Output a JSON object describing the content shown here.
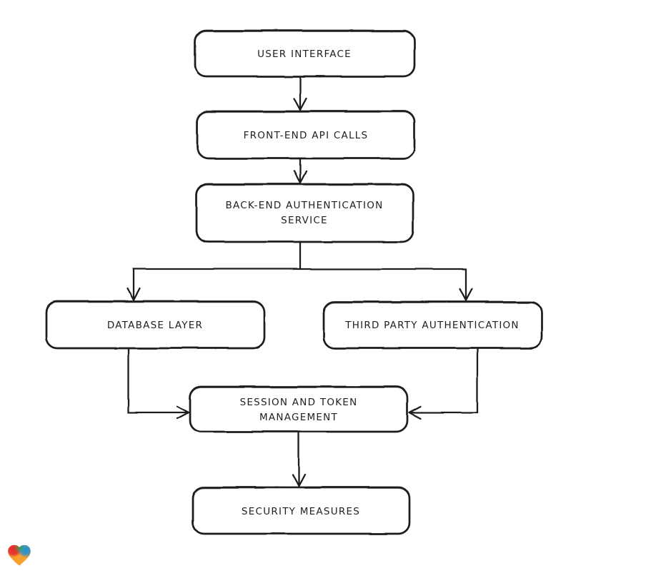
{
  "page": {
    "background": "#ffffff"
  },
  "colors": {
    "ink": "#1e1e1e",
    "node_fill": "#ffffff",
    "label_text": "#1f1f1f"
  },
  "diagram": {
    "type": "flowchart",
    "nodes": {
      "user_interface": {
        "label": "USER INTERFACE"
      },
      "front_end_api_calls": {
        "label": "FRONT-END API CALLS"
      },
      "back_end_auth": {
        "line1": "BACK-END AUTHENTICATION",
        "line2": "SERVICE"
      },
      "database_layer": {
        "label": "DATABASE LAYER"
      },
      "third_party_auth": {
        "label": "THIRD PARTY AUTHENTICATION"
      },
      "session_token": {
        "line1": "SESSION AND TOKEN",
        "line2": "MANAGEMENT"
      },
      "security_measures": {
        "label": "SECURITY MEASURES"
      }
    },
    "edges": [
      {
        "from": "user_interface",
        "to": "front_end_api_calls"
      },
      {
        "from": "front_end_api_calls",
        "to": "back_end_auth"
      },
      {
        "from": "back_end_auth",
        "to": "database_layer"
      },
      {
        "from": "back_end_auth",
        "to": "third_party_auth"
      },
      {
        "from": "database_layer",
        "to": "session_token"
      },
      {
        "from": "third_party_auth",
        "to": "session_token"
      },
      {
        "from": "session_token",
        "to": "security_measures"
      }
    ]
  },
  "logo": {
    "icon": "heart-gradient-icon",
    "red": "#e22c31",
    "green": "#35a04c",
    "blue": "#1e93d6",
    "orange": "#f6a02e"
  }
}
